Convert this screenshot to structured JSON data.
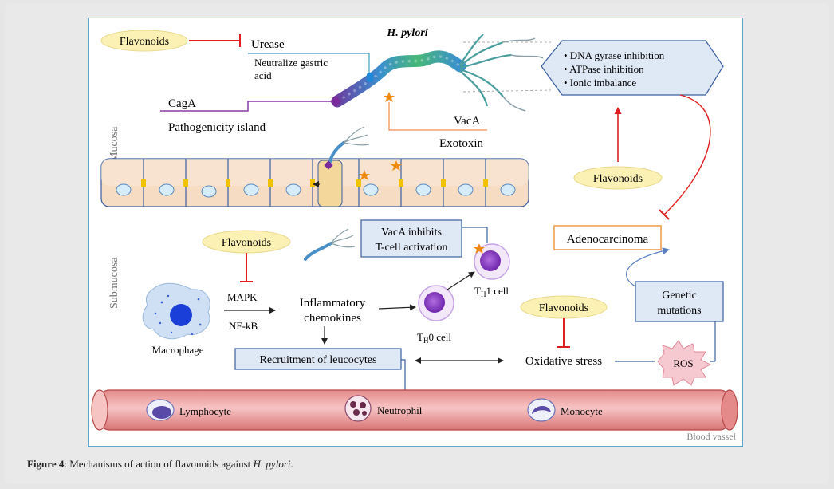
{
  "figure": {
    "title": "H. pylori",
    "caption_label": "Figure 4",
    "caption_text": ": Mechanisms of action of flavonoids against ",
    "caption_italic": "H. pylori",
    "caption_end": "."
  },
  "labels": {
    "flavonoids_1": "Flavonoids",
    "flavonoids_2": "Flavonoids",
    "flavonoids_3": "Flavonoids",
    "flavonoids_4": "Flavonoids",
    "urease": "Urease",
    "neutralize_1": "Neutralize gastric",
    "neutralize_2": "acid",
    "caga": "CagA",
    "pathogenicity": "Pathogenicity island",
    "vaca": "VacA",
    "exotoxin": "Exotoxin",
    "mucosa": "Mucosa",
    "submucosa": "Submucosa",
    "effects": [
      "• DNA gyrase inhibition",
      "• ATPase inhibition",
      "• Ionic imbalance"
    ],
    "adenocarcinoma": "Adenocarcinoma",
    "vaca_inhibits_1": "VacA inhibits",
    "vaca_inhibits_2": "T-cell activation",
    "mapk": "MAPK",
    "nfkb": "NF-kB",
    "inflammatory_1": "Inflammatory",
    "inflammatory_2": "chemokines",
    "macrophage": "Macrophage",
    "th1_prefix": "T",
    "th1_sub": "H",
    "th1_suffix": "1 cell",
    "th0_prefix": "T",
    "th0_sub": "H",
    "th0_suffix": "0 cell",
    "recruitment": "Recruitment of leucocytes",
    "oxidative": "Oxidative stress",
    "ros": "ROS",
    "genetic_1": "Genetic",
    "genetic_2": "mutations",
    "lymphocyte": "Lymphocyte",
    "neutrophil": "Neutrophil",
    "monocyte": "Monocyte",
    "blood_vessel": "Blood vassel"
  },
  "colors": {
    "inhibit_red": "#e02020",
    "flavonoid_fill": "#fbf1b5",
    "box_fill": "#dfe8f5",
    "box_border": "#3a5fa0",
    "vessel_fill": "#f0a8a8",
    "cell_fill": "#f6dcc2"
  }
}
